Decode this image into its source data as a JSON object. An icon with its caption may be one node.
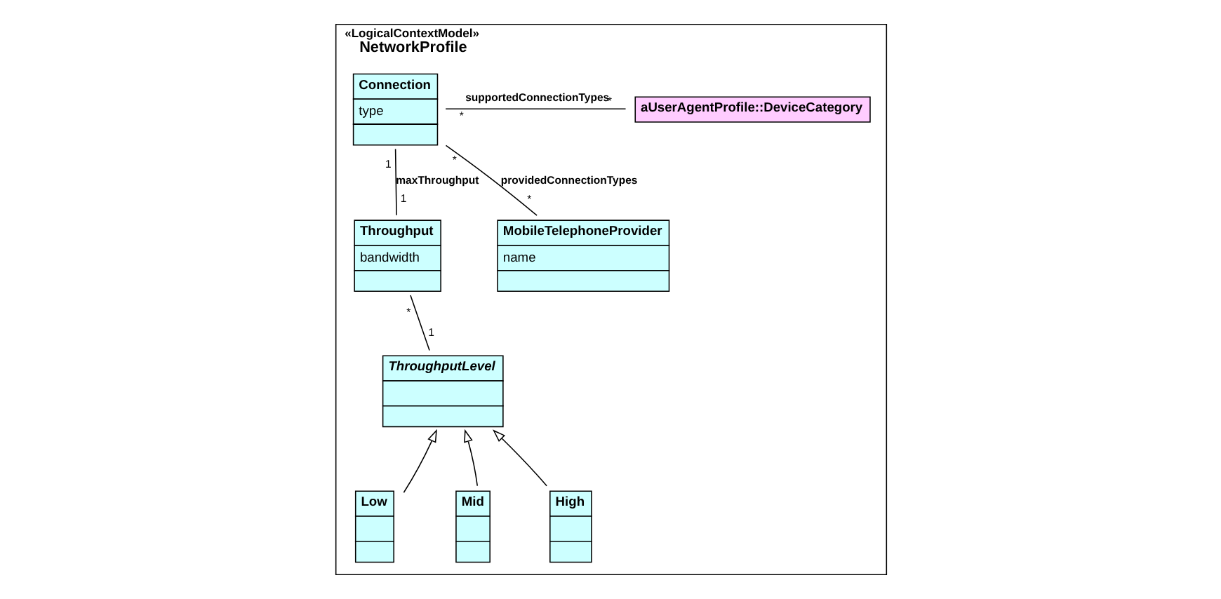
{
  "diagram": {
    "nodes": [
      {
        "text": [
          "«LogicalContextModel»",
          "NetworkProfile"
        ]
      },
      {
        "text": [
          "Connection",
          "type"
        ],
        "in": 0
      },
      {
        "text": [
          "aUserAgentProfile::DeviceCategory"
        ],
        "in": 0
      },
      {
        "text": [
          "Throughput",
          "bandwidth"
        ],
        "in": 0
      },
      {
        "text": [
          "MobileTelephoneProvider",
          "name"
        ],
        "in": 0
      },
      {
        "text": [
          "ThroughputLevel"
        ],
        "in": 0
      },
      {
        "text": [
          "Low"
        ],
        "in": 0
      },
      {
        "text": [
          "Mid"
        ],
        "in": 0
      },
      {
        "text": [
          "High"
        ],
        "in": 0
      }
    ],
    "edges": [
      {
        "from": 1,
        "to": 2,
        "arrow": "none",
        "label": "supportedConnectionTypes"
      },
      {
        "from": 1,
        "to": 3,
        "arrow": "none",
        "label": "maxThroughput"
      },
      {
        "from": 1,
        "to": 4,
        "arrow": "none",
        "label": "providedConnectionTypes"
      },
      {
        "from": 3,
        "to": 5,
        "arrow": "none"
      },
      {
        "from": 6,
        "to": 5,
        "arrow": "to"
      },
      {
        "from": 7,
        "to": 5,
        "arrow": "to"
      },
      {
        "from": 8,
        "to": 5,
        "arrow": "to"
      }
    ],
    "labels": [
      "*",
      "*",
      "1",
      "1",
      "*",
      "*",
      "1",
      "*"
    ]
  }
}
